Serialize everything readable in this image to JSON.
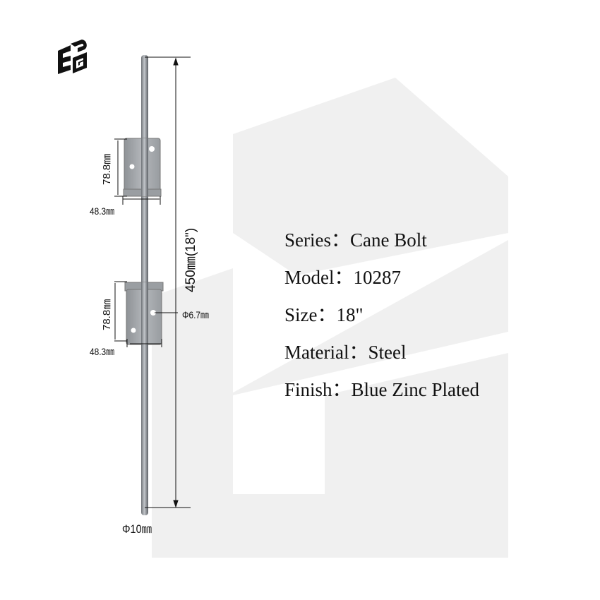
{
  "logo": {
    "text": "EPG"
  },
  "watermark": {
    "text": "EPG",
    "color": "#f0f0f0"
  },
  "specs": [
    {
      "label": "Series",
      "value": "Cane Bolt"
    },
    {
      "label": "Model",
      "value": "10287"
    },
    {
      "label": "Size",
      "value": "18\""
    },
    {
      "label": "Material",
      "value": "Steel"
    },
    {
      "label": "Finish",
      "value": "Blue Zinc Plated"
    }
  ],
  "specs_text": [
    "Series：Cane Bolt",
    "Model：10287",
    "Size：18\"",
    "Material：Steel",
    "Finish：Blue Zinc Plated"
  ],
  "dimensions": {
    "total_length": "450㎜(18\")",
    "bracket_top_height": "78.8㎜",
    "bracket_top_width": "48.3㎜",
    "bracket_bottom_height": "78.8㎜",
    "bracket_bottom_width": "48.3㎜",
    "hole_diameter": "Φ6.7㎜",
    "rod_diameter": "Φ10㎜"
  }
}
